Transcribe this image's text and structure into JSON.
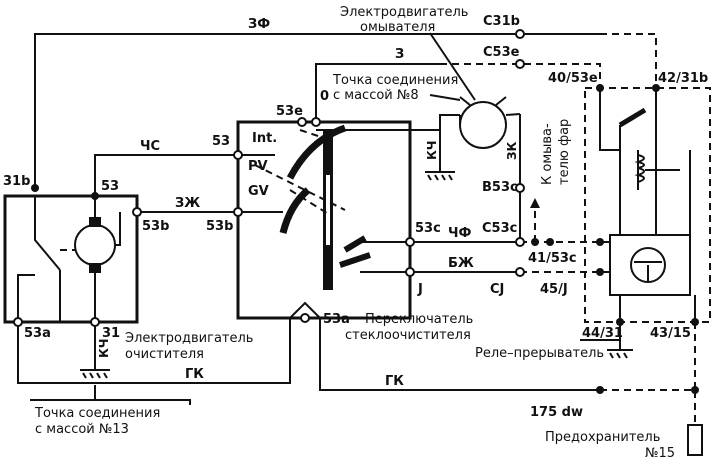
{
  "wires": {
    "zf_top": "ЗФ",
    "z_top": "З",
    "chs": "ЧС",
    "zzh": "ЗЖ",
    "chf": "ЧФ",
    "bzh": "БЖ",
    "gk_left": "ГК",
    "gk_right": "ГК",
    "kch_left": "КЧ",
    "kch_right": "КЧ",
    "zk": "ЗК"
  },
  "terminals": {
    "c31b": "C31b",
    "c53e": "C53e",
    "t4053e": "40/53e",
    "t4231b": "42/31b",
    "t31b": "31b",
    "t53_motor": "53",
    "t53b_motor": "53b",
    "t53a_motor": "53a",
    "t31_motor": "31",
    "t53_sw": "53",
    "t53b_sw": "53b",
    "t53e_sw": "53e",
    "t0": "0",
    "t53c_sw": "53c",
    "tj_sw": "J",
    "t53a_sw": "53a",
    "b53c": "B53c",
    "c53c": "C53c",
    "cj": "CJ",
    "t4153c": "41/53c",
    "t45j": "45/J",
    "t4431": "44/31",
    "t4315": "43/15",
    "t175dw": "175 dw"
  },
  "switch_positions": {
    "int": "Int.",
    "pv": "PV",
    "gv": "GV"
  },
  "captions": {
    "washer_motor_1": "Электродвигатель",
    "washer_motor_2": "омывателя",
    "ground8_1": "Точка соединения",
    "ground8_2": "с массой №8",
    "headlamp_washer_1": "К омыва-",
    "headlamp_washer_2": "телю фар",
    "wiper_motor_1": "Электродвигатель",
    "wiper_motor_2": "очистителя",
    "wiper_switch_1": "Переключатель",
    "wiper_switch_2": "стеклоочистителя",
    "relay": "Реле–прерыватель",
    "ground13_1": "Точка соединения",
    "ground13_2": "с массой №13",
    "fuse_1": "Предохранитель",
    "fuse_2": "№15"
  }
}
